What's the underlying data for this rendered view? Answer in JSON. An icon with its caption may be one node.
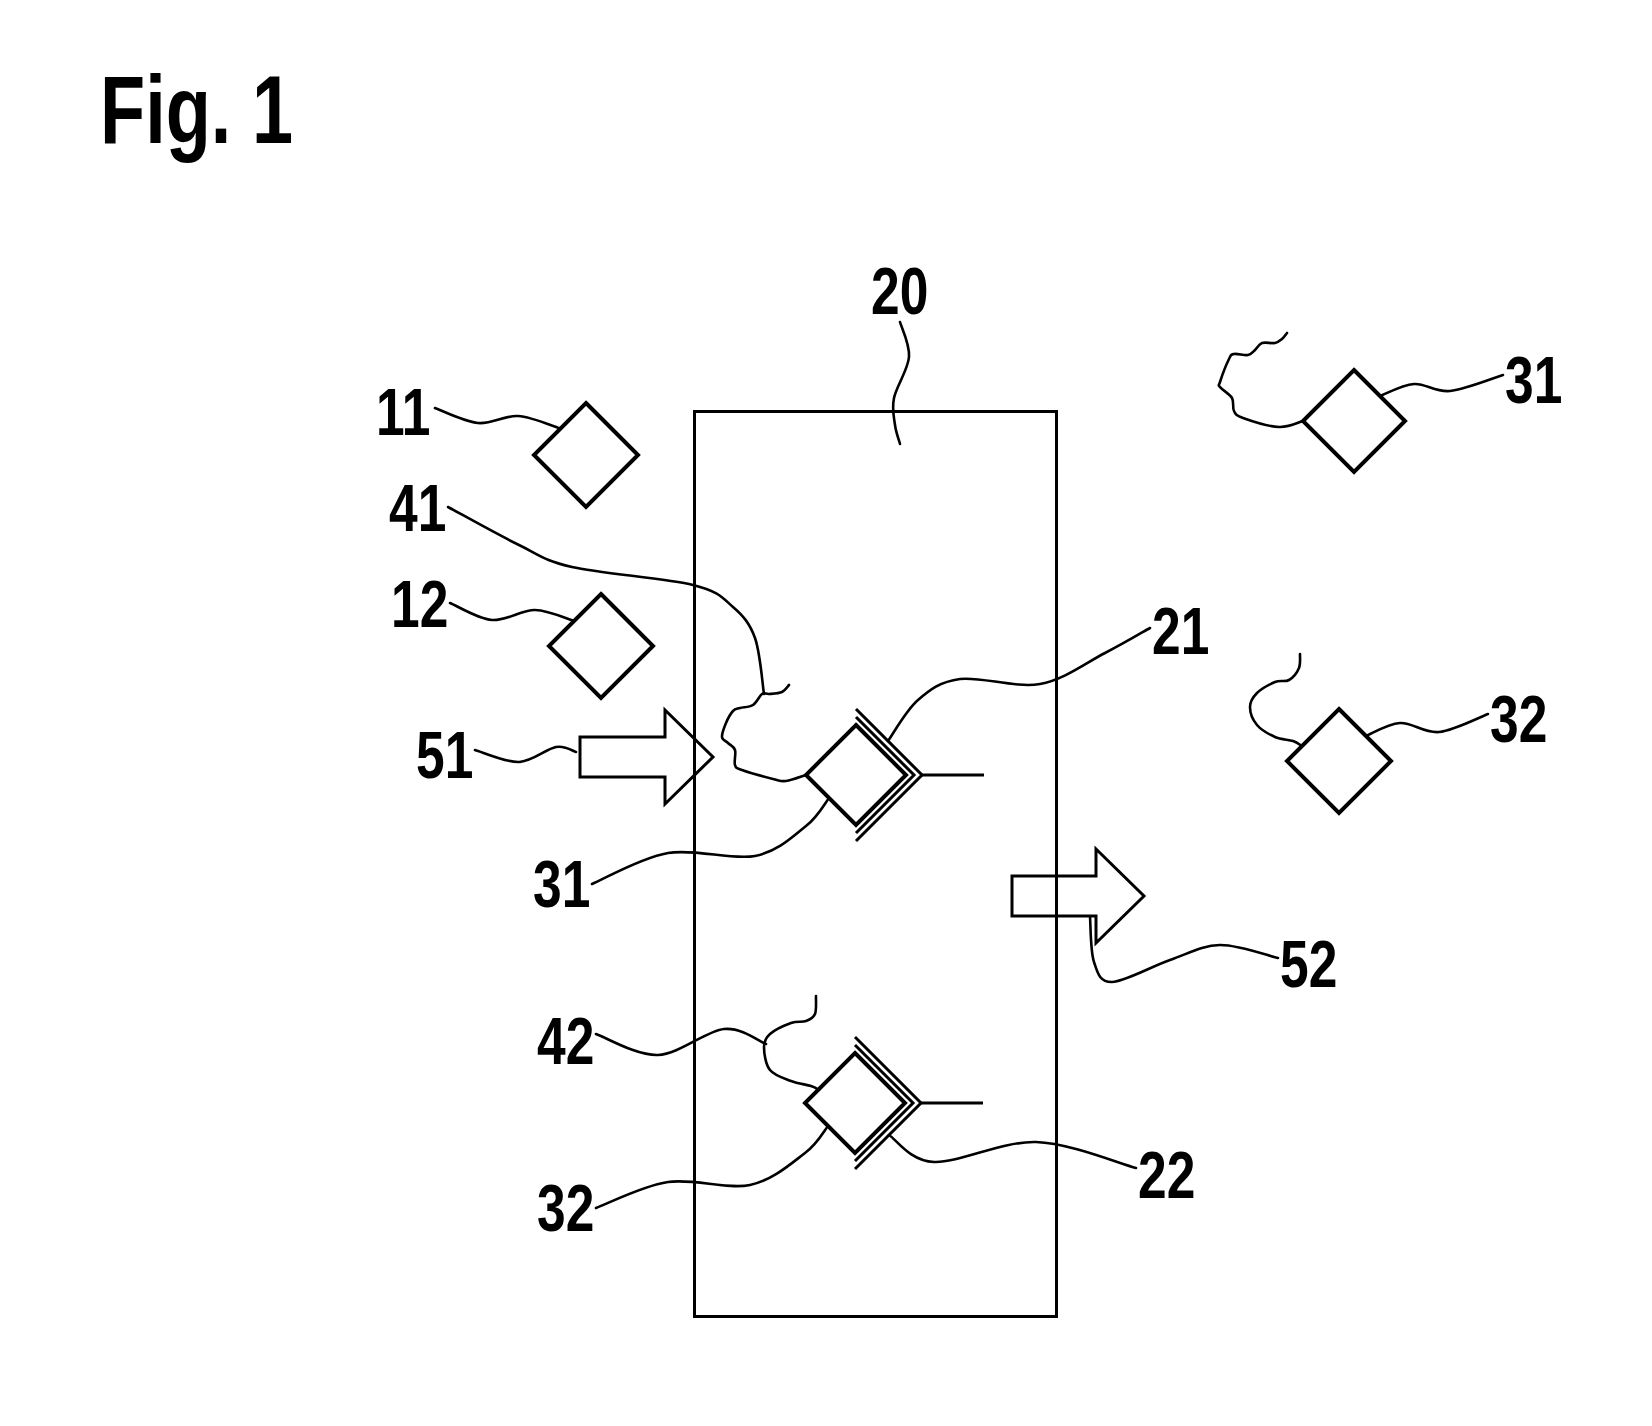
{
  "diagram": {
    "title": "Fig. 1",
    "nodes": [
      {
        "text": [
          "11"
        ]
      },
      {
        "text": [],
        "shape": "diamond"
      },
      {
        "text": [
          "12"
        ]
      },
      {
        "text": [],
        "shape": "diamond"
      },
      {
        "text": [
          "20"
        ]
      },
      {
        "text": [],
        "shape": "box"
      },
      {
        "text": [
          "41"
        ]
      },
      {
        "text": [],
        "shape": "line",
        "in": 5
      },
      {
        "text": [
          "21"
        ]
      },
      {
        "text": [],
        "shape": "bracket",
        "in": 5
      },
      {
        "text": [],
        "shape": "diamond",
        "in": 5
      },
      {
        "text": [
          "31"
        ]
      },
      {
        "text": [
          "51"
        ]
      },
      {
        "text": [
          "52"
        ]
      },
      {
        "text": [
          "42"
        ]
      },
      {
        "text": [],
        "shape": "line",
        "in": 5
      },
      {
        "text": [],
        "shape": "diamond",
        "in": 5
      },
      {
        "text": [],
        "shape": "bracket",
        "in": 5
      },
      {
        "text": [
          "22"
        ]
      },
      {
        "text": [
          "32"
        ]
      },
      {
        "text": [
          "31"
        ]
      },
      {
        "text": [],
        "shape": "diamond"
      },
      {
        "text": [
          "32"
        ]
      },
      {
        "text": [],
        "shape": "diamond"
      }
    ],
    "edges": [
      {
        "from": 0,
        "to": 1,
        "arrow": "none"
      },
      {
        "from": 2,
        "to": 3,
        "arrow": "none"
      },
      {
        "from": 4,
        "to": 5,
        "arrow": "none"
      },
      {
        "from": 6,
        "to": 7,
        "arrow": "none"
      },
      {
        "from": 8,
        "to": 9,
        "arrow": "none"
      },
      {
        "from": 11,
        "to": 10,
        "arrow": "none"
      },
      {
        "from": 12,
        "to": null,
        "arrow": "none"
      },
      {
        "from": null,
        "to": 5,
        "arrow": "to",
        "style": "thick"
      },
      {
        "from": 5,
        "to": null,
        "arrow": "to",
        "style": "thick"
      },
      {
        "from": 13,
        "to": null,
        "arrow": "none"
      },
      {
        "from": 14,
        "to": 15,
        "arrow": "none"
      },
      {
        "from": 18,
        "to": 17,
        "arrow": "none"
      },
      {
        "from": 19,
        "to": 16,
        "arrow": "none"
      },
      {
        "from": 20,
        "to": 21,
        "arrow": "none"
      },
      {
        "from": 22,
        "to": 23,
        "arrow": "none"
      }
    ]
  }
}
